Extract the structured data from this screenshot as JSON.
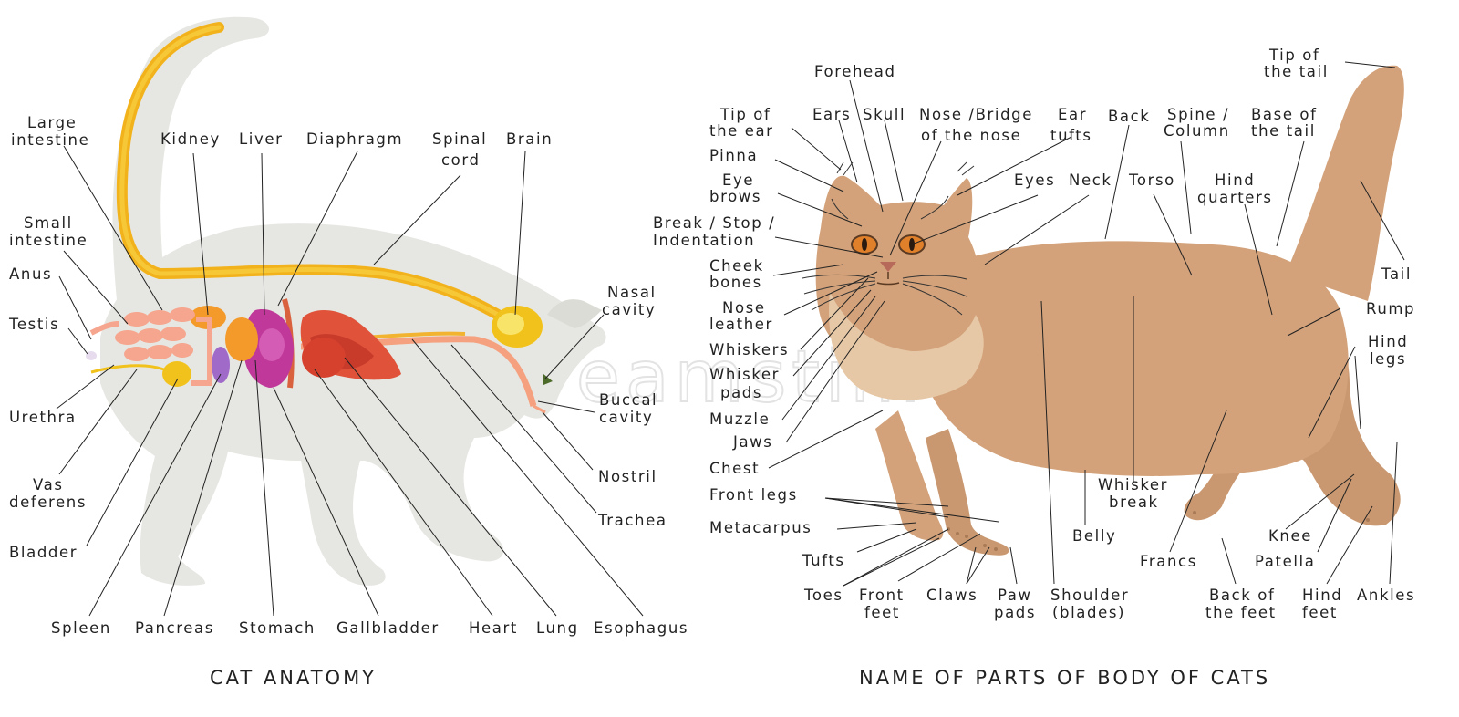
{
  "colors": {
    "ghost_cat": "#e6e7e2",
    "spine": "#f2b21c",
    "intestine": "#f6a58e",
    "liver": "#c0399a",
    "heart": "#d6412e",
    "lung": "#e0533a",
    "orange_organ": "#f39a2a",
    "fur": "#d3a27a",
    "fur_dark": "#c08e66",
    "fur_light": "#e6c8a6",
    "eye": "#e0802a"
  },
  "watermark": "dreamstime",
  "left_panel": {
    "title": "CAT ANATOMY",
    "labels": [
      {
        "lines": [
          "Large",
          "intestine"
        ]
      },
      {
        "lines": [
          "Kidney"
        ]
      },
      {
        "lines": [
          "Liver"
        ]
      },
      {
        "lines": [
          "Diaphragm"
        ]
      },
      {
        "lines": [
          "Spinal",
          "cord"
        ]
      },
      {
        "lines": [
          "Brain"
        ]
      },
      {
        "lines": [
          "Small",
          "intestine"
        ]
      },
      {
        "lines": [
          "Anus"
        ]
      },
      {
        "lines": [
          "Testis"
        ]
      },
      {
        "lines": [
          "Nasal",
          "cavity"
        ]
      },
      {
        "lines": [
          "Buccal",
          "cavity"
        ]
      },
      {
        "lines": [
          "Urethra"
        ]
      },
      {
        "lines": [
          "Vas",
          "deferens"
        ]
      },
      {
        "lines": [
          "Nostril"
        ]
      },
      {
        "lines": [
          "Trachea"
        ]
      },
      {
        "lines": [
          "Bladder"
        ]
      },
      {
        "lines": [
          "Spleen"
        ]
      },
      {
        "lines": [
          "Pancreas"
        ]
      },
      {
        "lines": [
          "Stomach"
        ]
      },
      {
        "lines": [
          "Gallbladder"
        ]
      },
      {
        "lines": [
          "Heart"
        ]
      },
      {
        "lines": [
          "Lung"
        ]
      },
      {
        "lines": [
          "Esophagus"
        ]
      }
    ]
  },
  "right_panel": {
    "title": "NAME OF PARTS OF BODY OF CATS",
    "labels": [
      {
        "lines": [
          "Tip of",
          "the tail"
        ]
      },
      {
        "lines": [
          "Forehead"
        ]
      },
      {
        "lines": [
          "Tip of",
          "the ear"
        ]
      },
      {
        "lines": [
          "Ears"
        ]
      },
      {
        "lines": [
          "Skull"
        ]
      },
      {
        "lines": [
          "Nose /Bridge",
          "of the nose"
        ]
      },
      {
        "lines": [
          "Ear",
          "tufts"
        ]
      },
      {
        "lines": [
          "Back"
        ]
      },
      {
        "lines": [
          "Spine /",
          "Column"
        ]
      },
      {
        "lines": [
          "Base of",
          "the tail"
        ]
      },
      {
        "lines": [
          "Pinna"
        ]
      },
      {
        "lines": [
          "Eye",
          "brows"
        ]
      },
      {
        "lines": [
          "Eyes"
        ]
      },
      {
        "lines": [
          "Neck"
        ]
      },
      {
        "lines": [
          "Torso"
        ]
      },
      {
        "lines": [
          "Hind",
          "quarters"
        ]
      },
      {
        "lines": [
          "Break / Stop /",
          "Indentation"
        ]
      },
      {
        "lines": [
          "Tail"
        ]
      },
      {
        "lines": [
          "Cheek",
          "bones"
        ]
      },
      {
        "lines": [
          "Nose",
          "leather"
        ]
      },
      {
        "lines": [
          "Rump"
        ]
      },
      {
        "lines": [
          "Whiskers"
        ]
      },
      {
        "lines": [
          "Hind",
          "legs"
        ]
      },
      {
        "lines": [
          "Whisker",
          "pads"
        ]
      },
      {
        "lines": [
          "Muzzle"
        ]
      },
      {
        "lines": [
          "Jaws"
        ]
      },
      {
        "lines": [
          "Chest"
        ]
      },
      {
        "lines": [
          "Front legs"
        ]
      },
      {
        "lines": [
          "Whisker",
          "break"
        ]
      },
      {
        "lines": [
          "Metacarpus"
        ]
      },
      {
        "lines": [
          "Belly"
        ]
      },
      {
        "lines": [
          "Knee"
        ]
      },
      {
        "lines": [
          "Tufts"
        ]
      },
      {
        "lines": [
          "Francs"
        ]
      },
      {
        "lines": [
          "Patella"
        ]
      },
      {
        "lines": [
          "Toes"
        ]
      },
      {
        "lines": [
          "Front",
          "feet"
        ]
      },
      {
        "lines": [
          "Claws"
        ]
      },
      {
        "lines": [
          "Paw",
          "pads"
        ]
      },
      {
        "lines": [
          "Shoulder",
          "(blades)"
        ]
      },
      {
        "lines": [
          "Back of",
          "the feet"
        ]
      },
      {
        "lines": [
          "Hind",
          "feet"
        ]
      },
      {
        "lines": [
          "Ankles"
        ]
      }
    ]
  }
}
